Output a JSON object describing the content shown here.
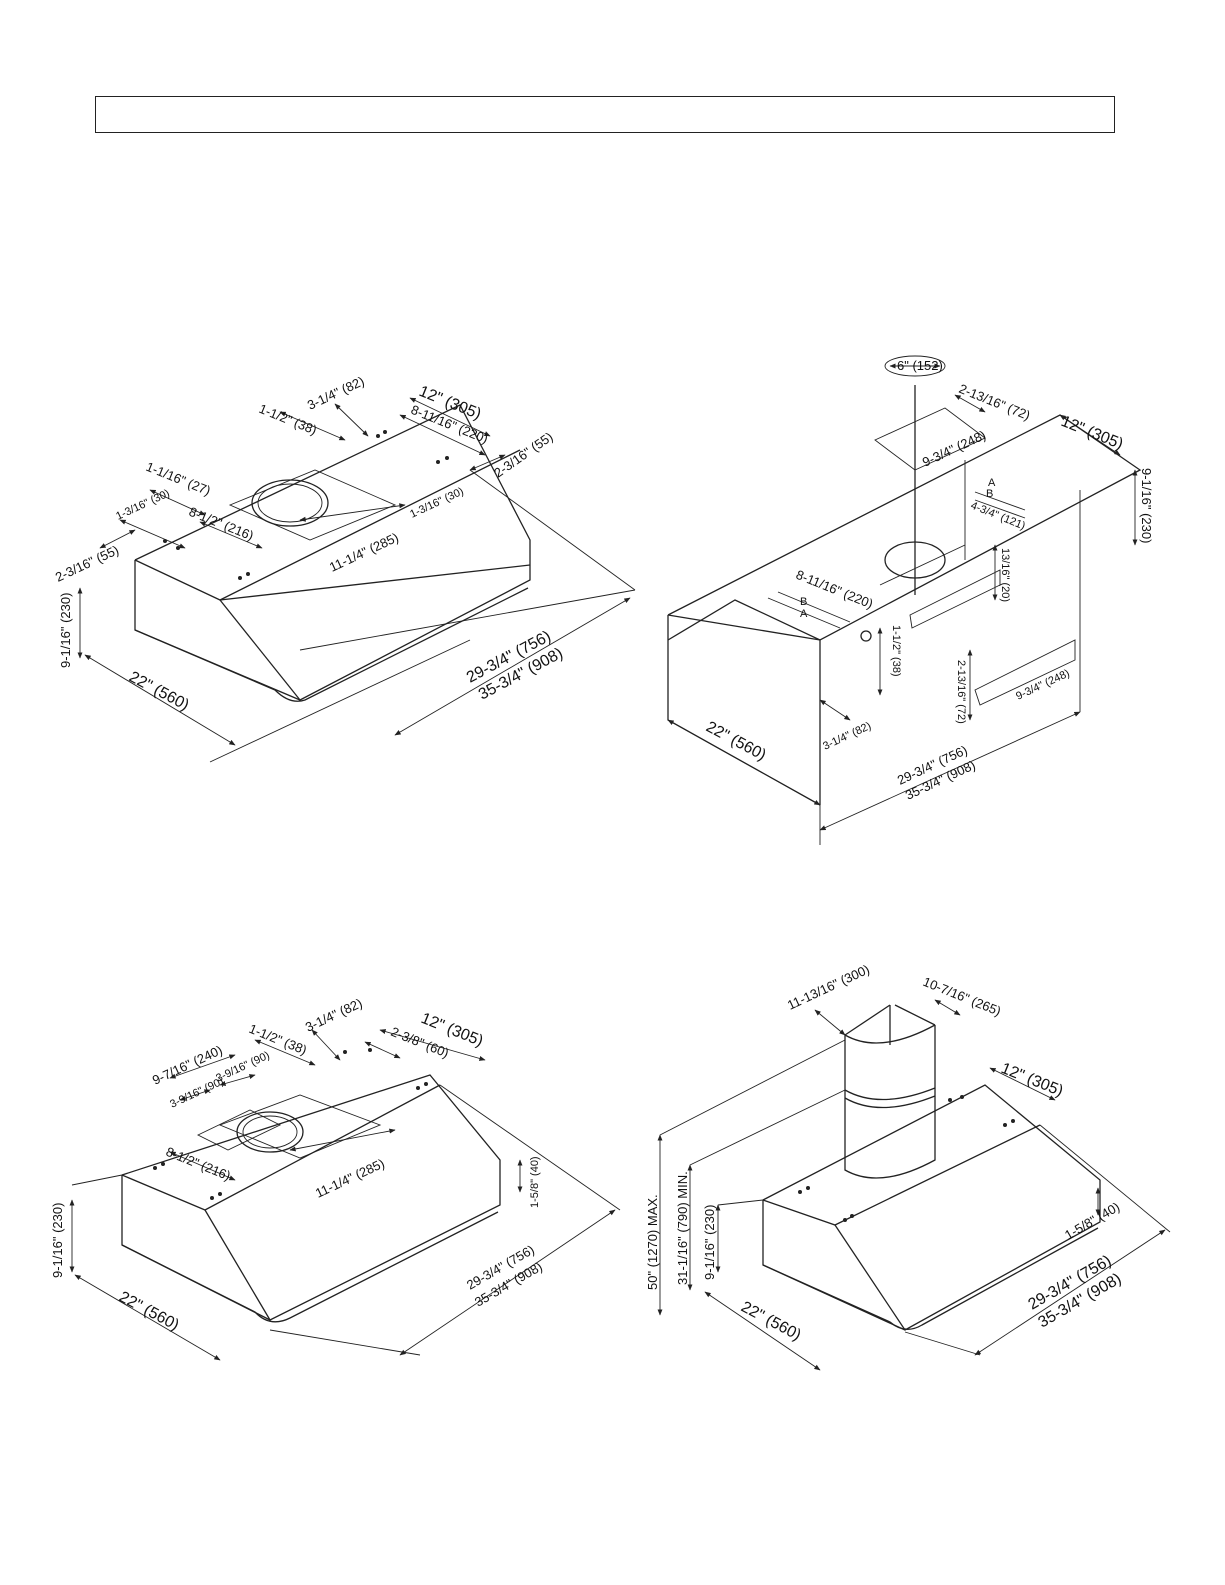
{
  "header": {
    "title": ""
  },
  "diagrams": {
    "d1": {
      "dims": {
        "d1a": "3-1/4\" (82)",
        "d1b": "12\" (305)",
        "d1c": "1-1/2\" (38)",
        "d1d": "8-11/16\" (220)",
        "d1e": "2-3/16\" (55)",
        "d1f": "1-1/16\" (27)",
        "d1g": "1-3/16\" (30)",
        "d1h": "1-3/16\" (30)",
        "d1i": "2-3/16\" (55)",
        "d1j": "8-1/2\" (216)",
        "d1k": "11-1/4\" (285)",
        "d1l": "9-1/16\" (230)",
        "d1m": "22\" (560)",
        "d1n": "29-3/4\" (756)",
        "d1o": "35-3/4\" (908)"
      }
    },
    "d2": {
      "dims": {
        "d2a": "6\" (152)",
        "d2b": "2-13/16\" (72)",
        "d2c": "12\" (305)",
        "d2d": "9-3/4\" (248)",
        "d2e": "A",
        "d2f": "B",
        "d2g": "9-1/16\" (230)",
        "d2h": "4-3/4\" (121)",
        "d2i": "13/16\" (20)",
        "d2j": "8-11/16\" (220)",
        "d2k": "B",
        "d2l": "A",
        "d2m": "1-1/2\" (38)",
        "d2n": "2-13/16\" (72)",
        "d2o": "9-3/4\" (248)",
        "d2p": "22\" (560)",
        "d2q": "3-1/4\" (82)",
        "d2r": "29-3/4\" (756)",
        "d2s": "35-3/4\" (908)"
      }
    },
    "d3": {
      "dims": {
        "d3a": "3-1/4\" (82)",
        "d3b": "12\" (305)",
        "d3c": "1-1/2\" (38)",
        "d3d": "2-3/8\" (60)",
        "d3e": "9-7/16\" (240)",
        "d3f": "3-9/16\" (90)",
        "d3g": "3-9/16\" (90)",
        "d3h": "8-1/2\" (216)",
        "d3i": "11-1/4\" (285)",
        "d3j": "1-5/8\" (40)",
        "d3k": "9-1/16\" (230)",
        "d3l": "22\" (560)",
        "d3m": "29-3/4\" (756)",
        "d3n": "35-3/4\" (908)"
      }
    },
    "d4": {
      "dims": {
        "d4a": "11-13/16\" (300)",
        "d4b": "10-7/16\" (265)",
        "d4c": "12\" (305)",
        "d4d": "50\" (1270) MAX.",
        "d4e": "31-1/16\" (790) MIN.",
        "d4f": "9-1/16\" (230)",
        "d4g": "1-5/8\" (40)",
        "d4h": "22\" (560)",
        "d4i": "29-3/4\" (756)",
        "d4j": "35-3/4\" (908)"
      }
    }
  }
}
